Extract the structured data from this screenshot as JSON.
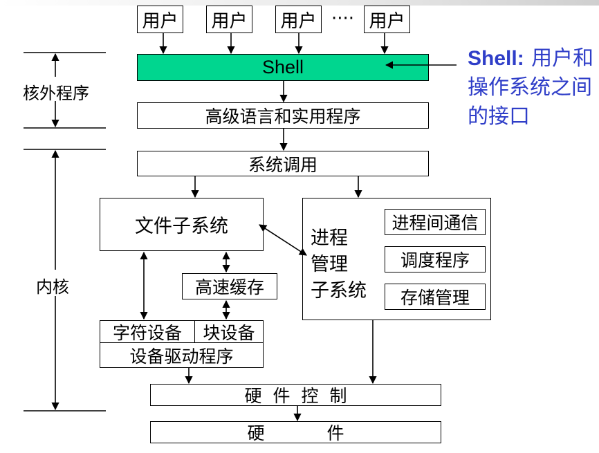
{
  "users": [
    "用户",
    "用户",
    "用户",
    "用户"
  ],
  "ellipsis": "····",
  "shell": "Shell",
  "hll": "高级语言和实用程序",
  "syscall": "系统调用",
  "fs": "文件子系统",
  "cache": "高速缓存",
  "char_dev": "字符设备",
  "block_dev": "块设备",
  "driver": "设备驱动程序",
  "proc_lines": [
    "进程",
    "管理",
    "子系统"
  ],
  "ipc": "进程间通信",
  "sched": "调度程序",
  "mem": "存储管理",
  "hw_ctrl": "硬件控制",
  "hw": "硬件",
  "outer_label": "核外程序",
  "kernel_label": "内核",
  "note": {
    "key": "Shell:",
    "rest": "用户和操作系统之间的接口"
  },
  "colors": {
    "shell_fill": "#00d68f",
    "note_text": "#2f3ec8"
  }
}
